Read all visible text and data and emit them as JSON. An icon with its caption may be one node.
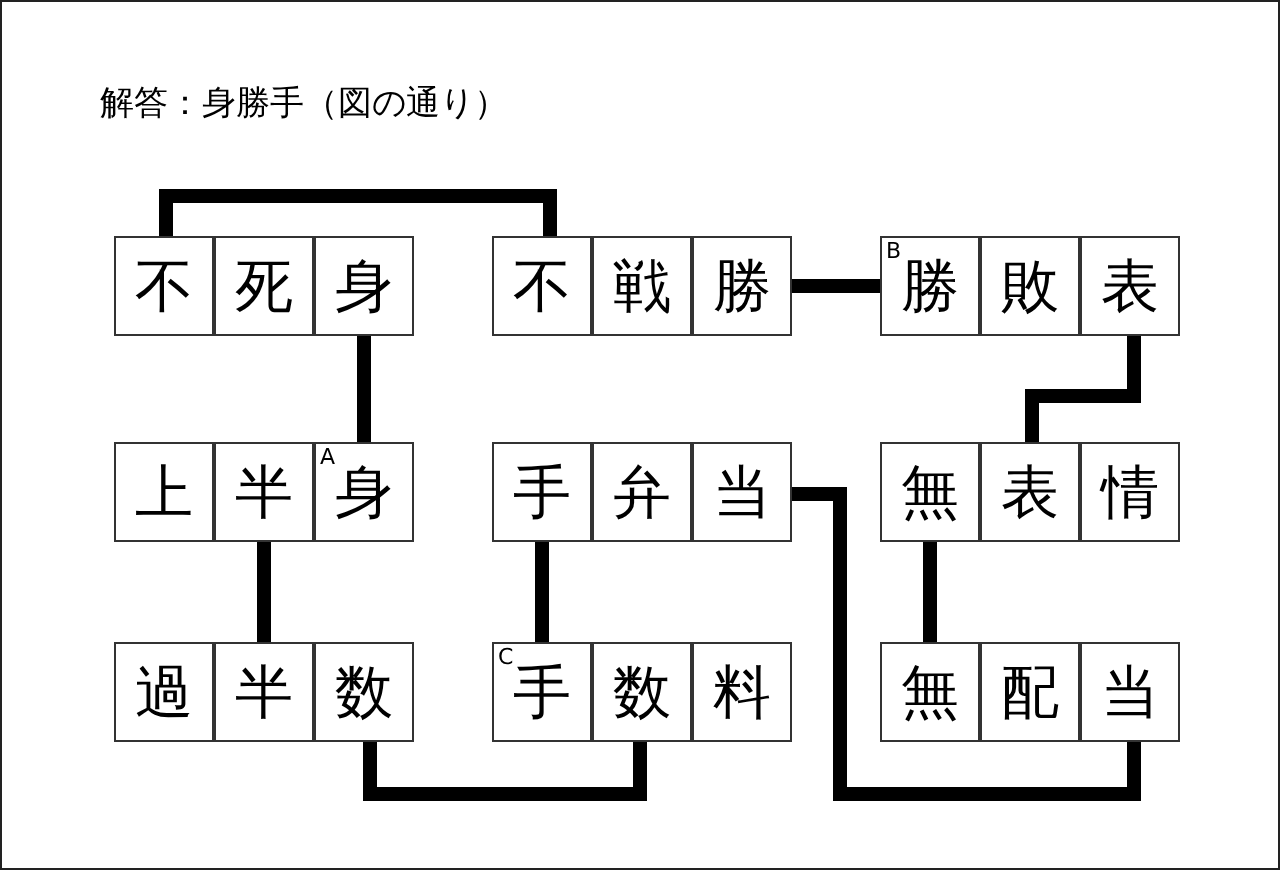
{
  "diagram": {
    "title": "解答：身勝手（図の通り）",
    "nodes": [
      {
        "text": [
          "不"
        ]
      },
      {
        "text": [
          "死"
        ]
      },
      {
        "text": [
          "身"
        ]
      },
      {
        "text": [
          "不"
        ]
      },
      {
        "text": [
          "戦"
        ]
      },
      {
        "text": [
          "勝"
        ]
      },
      {
        "text": [
          "B",
          "勝"
        ]
      },
      {
        "text": [
          "敗"
        ]
      },
      {
        "text": [
          "表"
        ]
      },
      {
        "text": [
          "上"
        ]
      },
      {
        "text": [
          "半"
        ]
      },
      {
        "text": [
          "A",
          "身"
        ]
      },
      {
        "text": [
          "手"
        ]
      },
      {
        "text": [
          "弁"
        ]
      },
      {
        "text": [
          "当"
        ]
      },
      {
        "text": [
          "無"
        ]
      },
      {
        "text": [
          "表"
        ]
      },
      {
        "text": [
          "情"
        ]
      },
      {
        "text": [
          "過"
        ]
      },
      {
        "text": [
          "半"
        ]
      },
      {
        "text": [
          "数"
        ]
      },
      {
        "text": [
          "C",
          "手"
        ]
      },
      {
        "text": [
          "数"
        ]
      },
      {
        "text": [
          "料"
        ]
      },
      {
        "text": [
          "無"
        ]
      },
      {
        "text": [
          "配"
        ]
      },
      {
        "text": [
          "当"
        ]
      }
    ],
    "edges": [
      {
        "from": 0,
        "to": 3,
        "arrow": "none"
      },
      {
        "from": 2,
        "to": 11,
        "arrow": "none"
      },
      {
        "from": 5,
        "to": 6,
        "arrow": "none"
      },
      {
        "from": 8,
        "to": 16,
        "arrow": "none"
      },
      {
        "from": 10,
        "to": 19,
        "arrow": "none"
      },
      {
        "from": 12,
        "to": 21,
        "arrow": "none"
      },
      {
        "from": 14,
        "to": 26,
        "arrow": "none"
      },
      {
        "from": 15,
        "to": 24,
        "arrow": "none"
      },
      {
        "from": 20,
        "to": 22,
        "arrow": "none"
      }
    ]
  }
}
